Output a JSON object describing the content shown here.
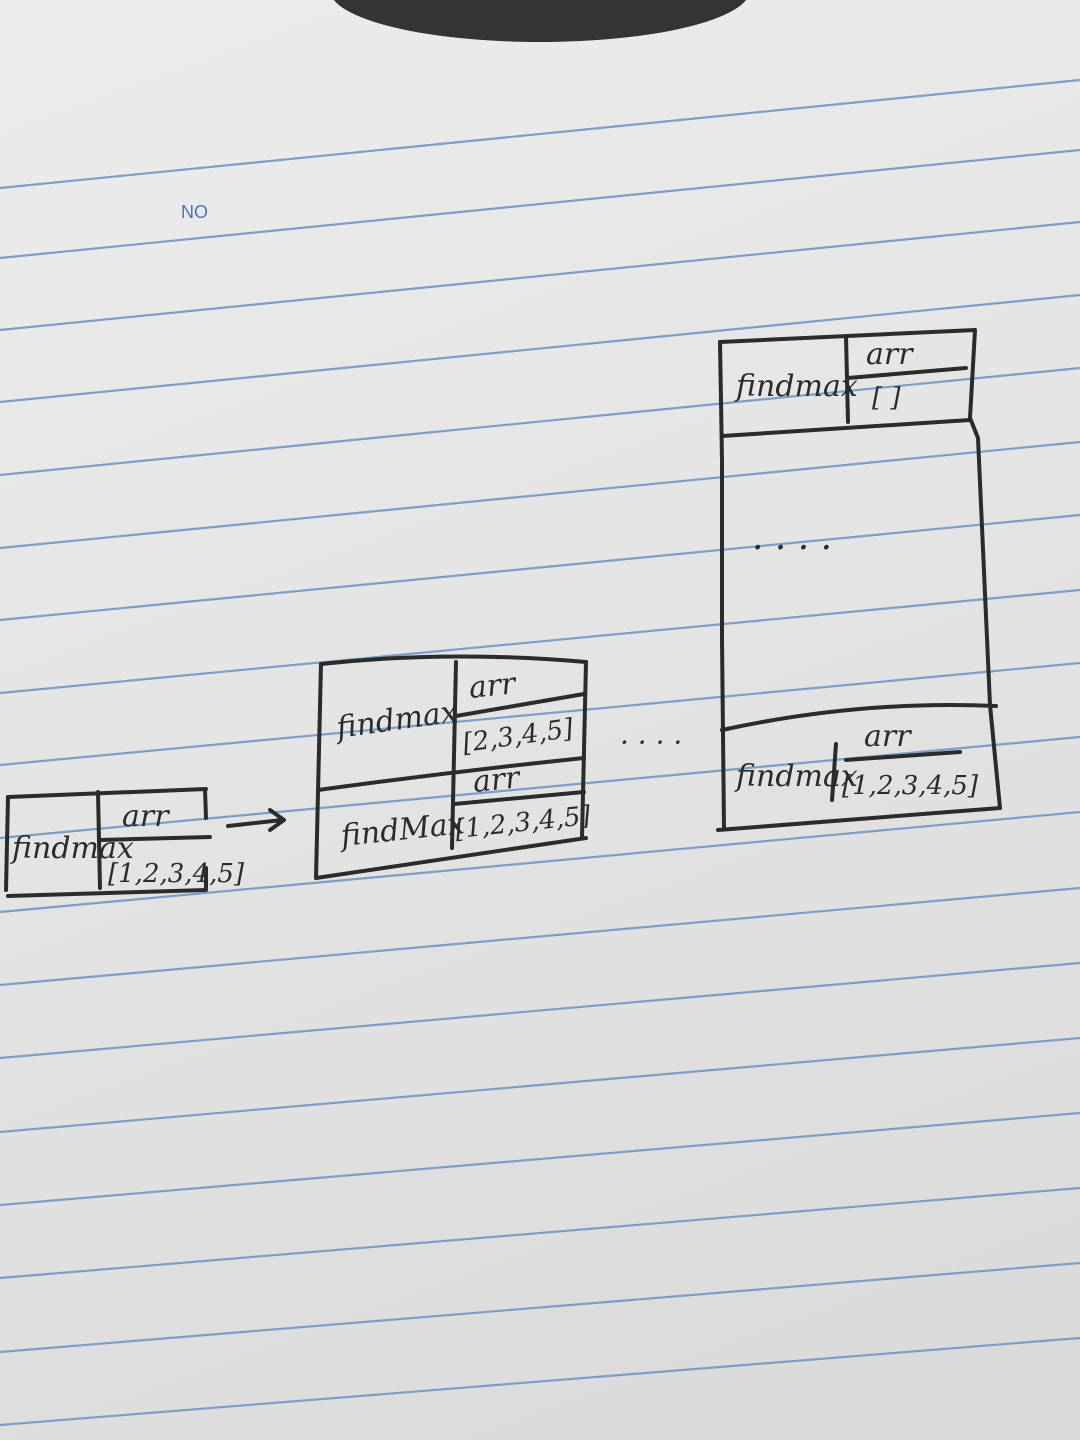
{
  "page_header": {
    "no_label": "NO"
  },
  "frames": [
    {
      "function": "findmax",
      "param": "arr",
      "value": "[1,2,3,4,5]"
    }
  ],
  "stack_2": [
    {
      "function": "findmax",
      "param": "arr",
      "value": "[2,3,4,5]"
    },
    {
      "function": "findMax",
      "param": "arr",
      "value": "[1,2,3,4,5]"
    }
  ],
  "stack_n": {
    "top": {
      "function": "findmax",
      "param": "arr",
      "value": "[ ]"
    },
    "middle": "· · · ·",
    "bottom": {
      "function": "findmax",
      "param": "arr",
      "value": "[1,2,3,4,5]"
    }
  },
  "connectors": {
    "arrow": "→",
    "ellipsis": "· · · ·"
  }
}
